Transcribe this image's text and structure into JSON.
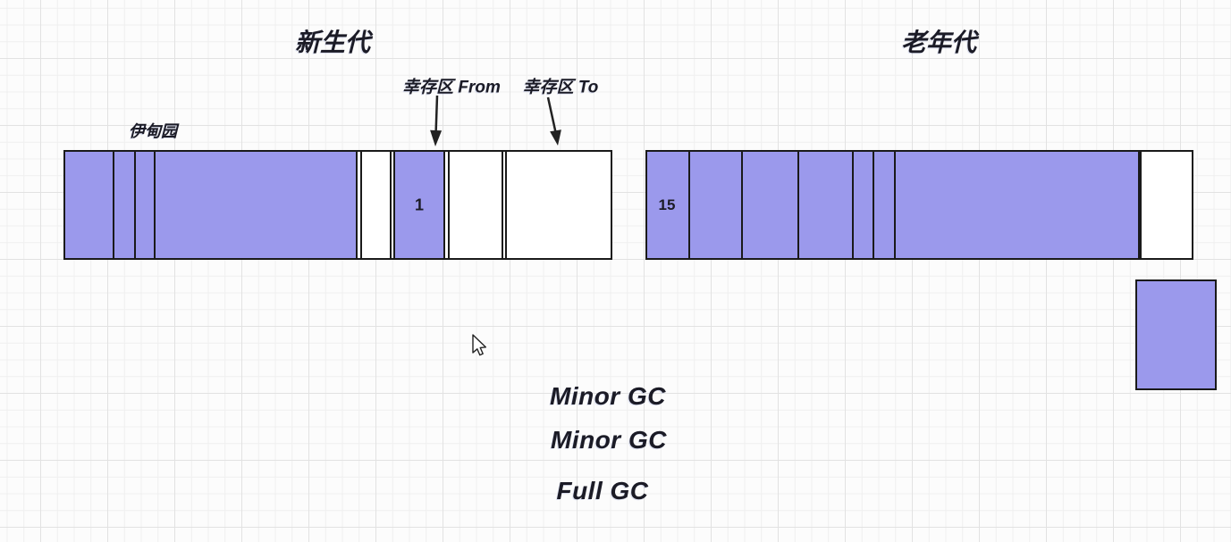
{
  "diagram": {
    "young_gen": {
      "title": "新生代",
      "eden_label": "伊甸园",
      "survivor_from_label": "幸存区 From",
      "survivor_to_label": "幸存区 To",
      "survivor_from_age": "1"
    },
    "old_gen": {
      "title": "老年代",
      "object_age": "15"
    },
    "gc_events": {
      "first": "Minor GC",
      "second": "Minor GC",
      "third": "Full GC"
    }
  },
  "colors": {
    "object_fill": "#9b99ec",
    "shape_border": "#1a1a1a",
    "text": "#1b1b26",
    "canvas_bg": "#fcfcfc",
    "grid_minor": "#efefef",
    "grid_major": "#e2e2e2"
  },
  "icons": {
    "cursor": "arrow-pointer-icon",
    "arrows": "down-arrow"
  }
}
